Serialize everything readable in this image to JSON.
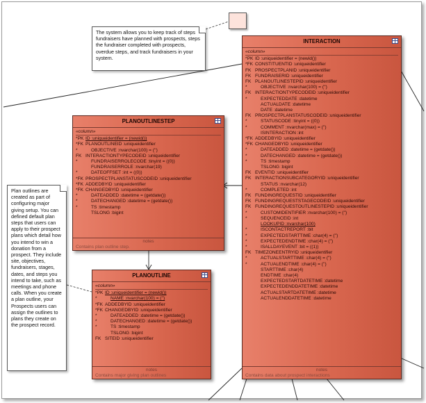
{
  "notes": {
    "top": "The system allows you to keep track of steps fundraisers have planned with prospects, steps the fundraiser completed with prospects, overdue steps, and track fundraisers in your system.",
    "left": "Plan outlines are created as part of configuring major giving setup. You can defined default plan steps that users can apply to their prospect plans which detail how you intend to win a donation from a prospect. They include site, objectives, fundraisers, stages, dates, and steps you intend to take, such as meetings and phone calls. When you create a plan outline, your Prospects users can assign the outlines to plans they create on the prospect record."
  },
  "entities": {
    "interaction": {
      "title": "INTERACTION",
      "stereotype": "«column»",
      "notes_label": "notes",
      "notes_text": "Contains data about prospect interactions",
      "rows": [
        {
          "p": "*PK",
          "t": "ID  :uniqueidentifier = (newid())",
          "u": false,
          "i": false
        },
        {
          "p": "*FK",
          "t": "CONSTITUENTID  :uniqueidentifier",
          "u": false,
          "i": false
        },
        {
          "p": "FK",
          "t": "PROSPECTPLANID  :uniqueidentifier",
          "u": false,
          "i": false
        },
        {
          "p": "FK",
          "t": "FUNDRAISERID  :uniqueidentifier",
          "u": false,
          "i": false
        },
        {
          "p": "FK",
          "t": "PLANOUTLINESTEPID  :uniqueidentifier",
          "u": false,
          "i": false
        },
        {
          "p": "*",
          "t": "OBJECTIVE  :nvarchar(100) = ('')",
          "u": false,
          "i": true
        },
        {
          "p": "FK",
          "t": "INTERACTIONTYPECODEID  :uniqueidentifier",
          "u": false,
          "i": false
        },
        {
          "p": "*",
          "t": "EXPECTEDDATE  :datetime",
          "u": false,
          "i": true
        },
        {
          "p": "",
          "t": "ACTUALDATE  :datetime",
          "u": false,
          "i": true
        },
        {
          "p": "",
          "t": "DATE  :datetime",
          "u": false,
          "i": true
        },
        {
          "p": "FK",
          "t": "PROSPECTPLANSTATUSCODEID  :uniqueidentifier",
          "u": false,
          "i": false
        },
        {
          "p": "*",
          "t": "STATUSCODE  :tinyint = ((0))",
          "u": false,
          "i": true
        },
        {
          "p": "*",
          "t": "COMMENT  :nvarchar(max) = ('')",
          "u": false,
          "i": true
        },
        {
          "p": "",
          "t": "ISINTERACTION  :int",
          "u": false,
          "i": true
        },
        {
          "p": "*FK",
          "t": "ADDEDBYID  :uniqueidentifier",
          "u": false,
          "i": false
        },
        {
          "p": "*FK",
          "t": "CHANGEDBYID  :uniqueidentifier",
          "u": false,
          "i": false
        },
        {
          "p": "*",
          "t": "DATEADDED  :datetime = (getdate())",
          "u": false,
          "i": true
        },
        {
          "p": "*",
          "t": "DATECHANGED  :datetime = (getdate())",
          "u": false,
          "i": true
        },
        {
          "p": "*",
          "t": "TS  :timestamp",
          "u": false,
          "i": true
        },
        {
          "p": "",
          "t": "TSLONG  :bigint",
          "u": false,
          "i": true
        },
        {
          "p": "FK",
          "t": "EVENTID  :uniqueidentifier",
          "u": false,
          "i": false
        },
        {
          "p": "FK",
          "t": "INTERACTIONSUBCATEGORYID  :uniqueidentifier",
          "u": false,
          "i": false
        },
        {
          "p": "",
          "t": "STATUS  :nvarchar(12)",
          "u": false,
          "i": true
        },
        {
          "p": "*",
          "t": "COMPLETED  :int",
          "u": false,
          "i": true
        },
        {
          "p": "FK",
          "t": "FUNDINGREQUESTID  :uniqueidentifier",
          "u": false,
          "i": false
        },
        {
          "p": "FK",
          "t": "FUNDINGREQUESTSTAGECODEID  :uniqueidentifier",
          "u": false,
          "i": false
        },
        {
          "p": "FK",
          "t": "FUNDINGREQUESTOUTLINESTEPID  :uniqueidentifier",
          "u": false,
          "i": false
        },
        {
          "p": "*",
          "t": "CUSTOMIDENTIFIER  :nvarchar(100) = ('')",
          "u": false,
          "i": true
        },
        {
          "p": "*",
          "t": "SEQUENCEID  :int",
          "u": false,
          "i": true
        },
        {
          "p": "",
          "t": "LOOKUPID  :nvarchar(100)",
          "u": true,
          "i": true
        },
        {
          "p": "*",
          "t": "ISCONTACTREPORT  :bit",
          "u": false,
          "i": true
        },
        {
          "p": "*",
          "t": "EXPECTEDSTARTTIME  :char(4) = ('')",
          "u": false,
          "i": true
        },
        {
          "p": "*",
          "t": "EXPECTEDENDTIME  :char(4) = ('')",
          "u": false,
          "i": true
        },
        {
          "p": "*",
          "t": "ISALLDAYEVENT  :bit = ((1))",
          "u": false,
          "i": true
        },
        {
          "p": "FK",
          "t": "TIMEZONEENTRYID  :uniqueidentifier",
          "u": false,
          "i": false
        },
        {
          "p": "*",
          "t": "ACTUALSTARTTIME  :char(4) = ('')",
          "u": false,
          "i": true
        },
        {
          "p": "*",
          "t": "ACTUALENDTIME  :char(4) = ('')",
          "u": false,
          "i": true
        },
        {
          "p": "",
          "t": "STARTTIME  :char(4)",
          "u": false,
          "i": true
        },
        {
          "p": "",
          "t": "ENDTIME  :char(4)",
          "u": false,
          "i": true
        },
        {
          "p": "",
          "t": "EXPECTEDSTARTDATETIME  :datetime",
          "u": false,
          "i": true
        },
        {
          "p": "",
          "t": "EXPECTEDENDDATETIME  :datetime",
          "u": false,
          "i": true
        },
        {
          "p": "",
          "t": "ACTUALSTARTDATETIME  :datetime",
          "u": false,
          "i": true
        },
        {
          "p": "",
          "t": "ACTUALENDDATETIME  :datetime",
          "u": false,
          "i": true
        }
      ]
    },
    "planoutlinestep": {
      "title": "PLANOUTLINESTEP",
      "stereotype": "«column»",
      "notes_label": "notes",
      "notes_text": "Contains plan outline step.",
      "rows": [
        {
          "p": "*PK",
          "t": "ID  :uniqueidentifier = (newid())",
          "u": true,
          "i": false
        },
        {
          "p": "*FK",
          "t": "PLANOUTLINEID  :uniqueidentifier",
          "u": false,
          "i": false
        },
        {
          "p": "*",
          "t": "OBJECTIVE  :nvarchar(100) = ('')",
          "u": false,
          "i": true
        },
        {
          "p": "FK",
          "t": "INTERACTIONTYPECODEID  :uniqueidentifier",
          "u": false,
          "i": false
        },
        {
          "p": "*",
          "t": "FUNDRAISERROLECODE  :tinyint = ((0))",
          "u": false,
          "i": true
        },
        {
          "p": "",
          "t": "FUNDRAISERROLE  :nvarchar(19)",
          "u": false,
          "i": true
        },
        {
          "p": "*",
          "t": "DATEOFFSET  :int = ((0))",
          "u": false,
          "i": true
        },
        {
          "p": "*FK",
          "t": "PROSPECTPLANSTATUSCODEID  :uniqueidentifier",
          "u": false,
          "i": false
        },
        {
          "p": "*FK",
          "t": "ADDEDBYID  :uniqueidentifier",
          "u": false,
          "i": false
        },
        {
          "p": "*FK",
          "t": "CHANGEDBYID  :uniqueidentifier",
          "u": false,
          "i": false
        },
        {
          "p": "*",
          "t": "DATEADDED  :datetime = (getdate())",
          "u": false,
          "i": true
        },
        {
          "p": "*",
          "t": "DATECHANGED  :datetime = (getdate())",
          "u": false,
          "i": true
        },
        {
          "p": "*",
          "t": "TS  :timestamp",
          "u": false,
          "i": true
        },
        {
          "p": "",
          "t": "TSLONG  :bigint",
          "u": false,
          "i": true
        }
      ]
    },
    "planoutline": {
      "title": "PLANOUTLINE",
      "stereotype": "«column»",
      "notes_label": "notes",
      "notes_text": "Contains major giving plan outlines",
      "rows": [
        {
          "p": "*PK",
          "t": "ID  :uniqueidentifier = (newid())",
          "u": true,
          "i": false
        },
        {
          "p": "*",
          "t": "NAME  :nvarchar(100) = ('')",
          "u": true,
          "i": true
        },
        {
          "p": "*FK",
          "t": "ADDEDBYID  :uniqueidentifier",
          "u": false,
          "i": false
        },
        {
          "p": "*FK",
          "t": "CHANGEDBYID  :uniqueidentifier",
          "u": false,
          "i": false
        },
        {
          "p": "*",
          "t": "DATEADDED  :datetime = (getdate())",
          "u": false,
          "i": true
        },
        {
          "p": "*",
          "t": "DATECHANGED  :datetime = (getdate())",
          "u": false,
          "i": true
        },
        {
          "p": "*",
          "t": "TS  :timestamp",
          "u": false,
          "i": true
        },
        {
          "p": "",
          "t": "TSLONG  :bigint",
          "u": false,
          "i": true
        },
        {
          "p": "FK",
          "t": "SITEID  :uniqueidentifier",
          "u": false,
          "i": false
        }
      ]
    }
  }
}
